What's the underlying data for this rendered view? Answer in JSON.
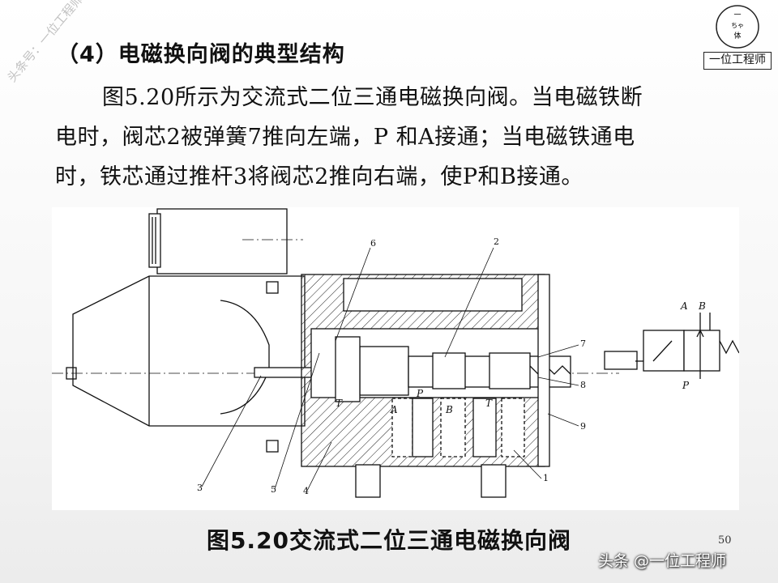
{
  "slide": {
    "heading": "（4）电磁换向阀的典型结构",
    "paragraph_lines": [
      "图5.20所示为交流式二位三通电磁换向阀。当电磁铁断",
      "电时，阀芯2被弹簧7推向左端，P 和A接通；当电磁铁通电",
      "时，铁芯通过推杆3将阀芯2推向右端，使P和B接通。"
    ],
    "caption": "图5.20交流式二位三通电磁换向阀",
    "page_number": "50"
  },
  "figure": {
    "callout_numbers": [
      "6",
      "2",
      "7",
      "8",
      "9",
      "1",
      "3",
      "5",
      "4"
    ],
    "port_labels": [
      "T",
      "A",
      "P",
      "B",
      "T"
    ],
    "symbol": {
      "port_A": "A",
      "port_B": "B",
      "port_P": "P"
    }
  },
  "watermark": {
    "logo_text": "一位工程师",
    "logo_glyphs": [
      "一",
      "ちゃ",
      "体"
    ],
    "side_text": "头条号：一位工程师",
    "bottom_text": "头条 @一位工程师"
  }
}
